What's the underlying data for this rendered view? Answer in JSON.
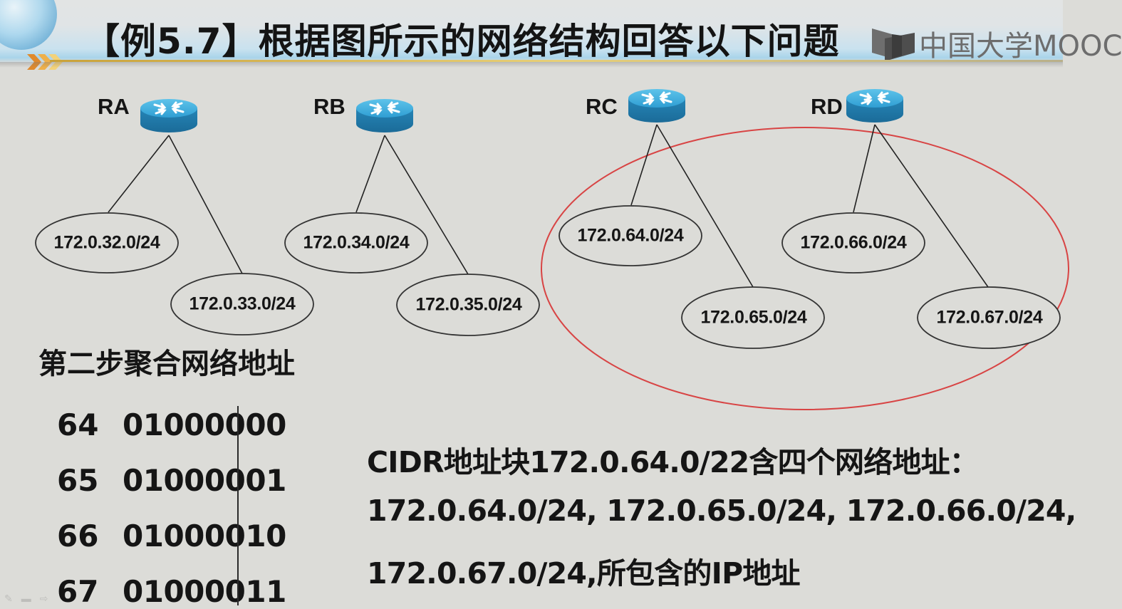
{
  "header": {
    "title": "【例5.7】根据图所示的网络结构回答以下问题",
    "logo_text": "中国大学MOOC"
  },
  "diagram": {
    "routers": [
      {
        "label": "RA",
        "networks": [
          "172.0.32.0/24",
          "172.0.33.0/24"
        ]
      },
      {
        "label": "RB",
        "networks": [
          "172.0.34.0/24",
          "172.0.35.0/24"
        ]
      },
      {
        "label": "RC",
        "networks": [
          "172.0.64.0/24",
          "172.0.65.0/24"
        ]
      },
      {
        "label": "RD",
        "networks": [
          "172.0.66.0/24",
          "172.0.67.0/24"
        ]
      }
    ],
    "highlight_color": "#d83a3a",
    "router_color": "#2b8fc4"
  },
  "step": {
    "title": "第二步聚合网络地址"
  },
  "binary_table": [
    {
      "decimal": "64",
      "binary": "01000000"
    },
    {
      "decimal": "65",
      "binary": "01000001"
    },
    {
      "decimal": "66",
      "binary": "01000010"
    },
    {
      "decimal": "67",
      "binary": "01000011"
    }
  ],
  "explanation": {
    "line1": "CIDR地址块172.0.64.0/22含四个网络地址：",
    "line2": "172.0.64.0/24, 172.0.65.0/24, 172.0.66.0/24,",
    "line3": "172.0.67.0/24,所包含的IP地址"
  },
  "toolbar": {
    "icons": [
      "pen-icon",
      "menu-icon",
      "next-arrow-icon"
    ]
  }
}
